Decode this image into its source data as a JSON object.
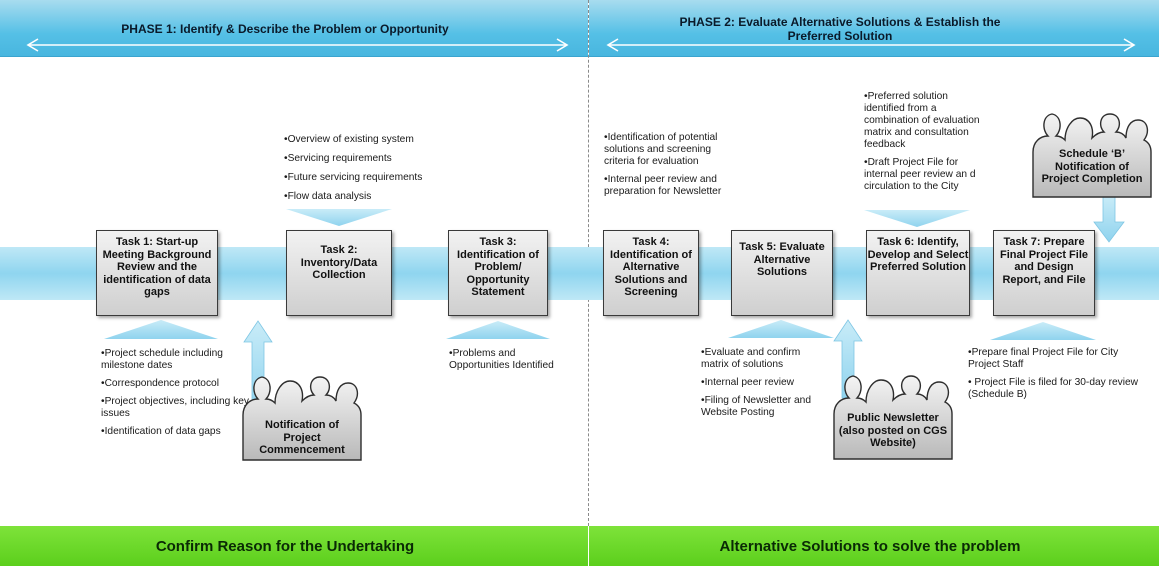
{
  "phases": [
    {
      "title": "PHASE 1: Identify & Describe the Problem or Opportunity"
    },
    {
      "title": "PHASE 2: Evaluate Alternative Solutions & Establish the Preferred Solution"
    }
  ],
  "tasks": [
    {
      "label": "Task 1: Start-up Meeting Background Review and the identification of data gaps"
    },
    {
      "label": "Task 2: Inventory/Data Collection"
    },
    {
      "label": "Task 3: Identification of Problem/ Opportunity Statement"
    },
    {
      "label": "Task 4: Identification of Alternative Solutions and Screening"
    },
    {
      "label": "Task 5: Evaluate Alternative Solutions"
    },
    {
      "label": "Task 6: Identify, Develop and Select Preferred Solution"
    },
    {
      "label": "Task 7: Prepare Final Project File and Design Report, and File"
    }
  ],
  "notes": {
    "task1": [
      "•Project schedule including milestone dates",
      "•Correspondence protocol",
      "•Project objectives, including key issues",
      "•Identification of data gaps"
    ],
    "task2": [
      "•Overview of existing system",
      "•Servicing requirements",
      "•Future servicing requirements",
      "•Flow data analysis"
    ],
    "task3": [
      "•Problems and Opportunities Identified"
    ],
    "task4": [
      "•Identification of potential solutions and screening criteria for evaluation",
      "•Internal peer review and preparation for Newsletter"
    ],
    "task5": [
      "•Evaluate and confirm matrix of solutions",
      "•Internal peer review",
      "•Filing of Newsletter and Website Posting"
    ],
    "task6": [
      "•Preferred solution identified from a combination of evaluation matrix and consultation feedback",
      "•Draft Project File for internal peer review an d circulation to the City"
    ],
    "task7": [
      "•Prepare final Project File for City Project Staff",
      "• Project File is filed for 30-day review (Schedule B)"
    ]
  },
  "people_groups": [
    {
      "label": "Notification of Project Commencement"
    },
    {
      "label": "Public Newsletter (also posted on CGS Website)"
    },
    {
      "label": "Schedule ‘B’ Notification of Project Completion"
    }
  ],
  "footer": [
    {
      "label": "Confirm Reason for the Undertaking"
    },
    {
      "label": "Alternative Solutions to solve the problem"
    }
  ],
  "colors": {
    "banner": "#55c0e6",
    "band": "#8fd5ef",
    "arrow": "#9fd8ef",
    "green": "#5ccf1c",
    "task_border": "#3a3a3a"
  }
}
